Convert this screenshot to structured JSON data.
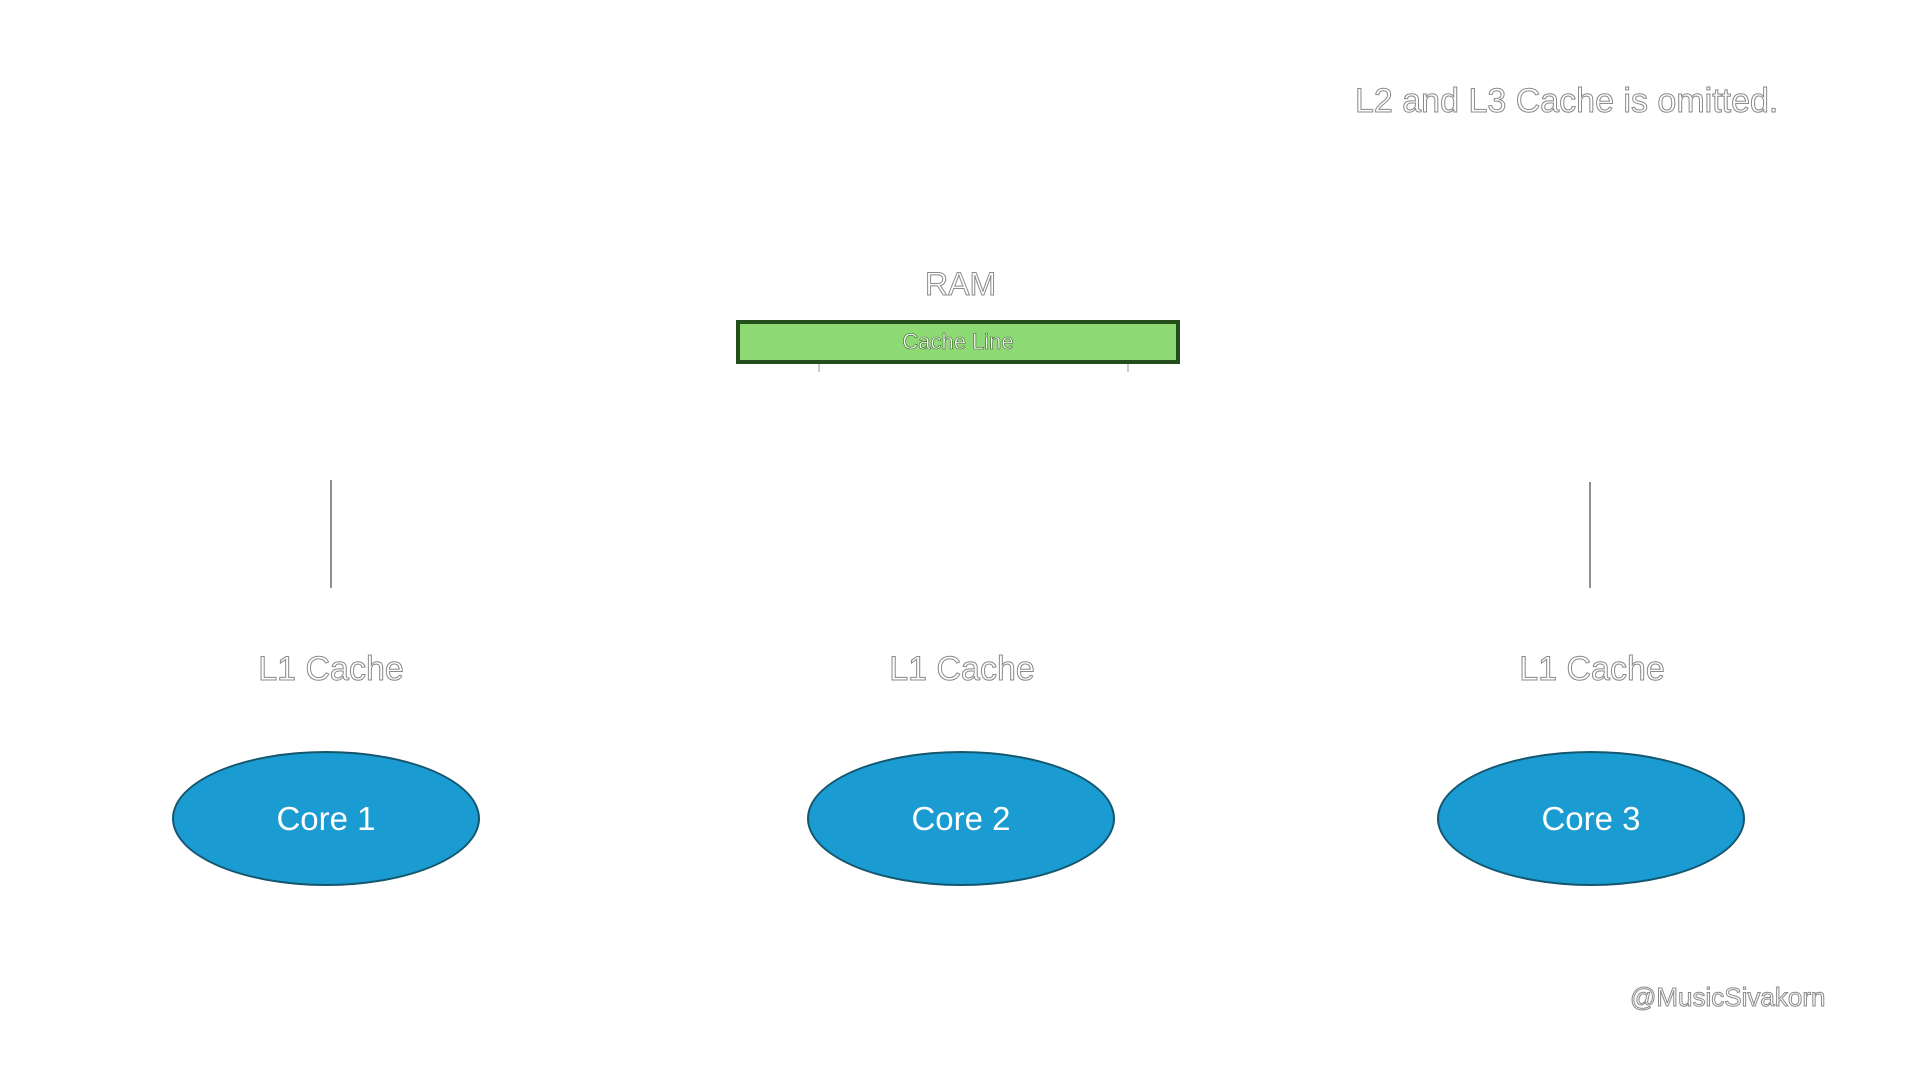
{
  "note": "L2 and L3 Cache is omitted.",
  "ram": {
    "title": "RAM",
    "cache_line_label": "Cache Line",
    "cache_line_color": "#8dd974"
  },
  "l1_caches": [
    "L1 Cache",
    "L1 Cache",
    "L1 Cache"
  ],
  "cores": [
    {
      "label": "Core 1",
      "color": "#1a9bd1"
    },
    {
      "label": "Core 2",
      "color": "#1a9bd1"
    },
    {
      "label": "Core 3",
      "color": "#1a9bd1"
    }
  ],
  "watermark": "@MusicSivakorn"
}
